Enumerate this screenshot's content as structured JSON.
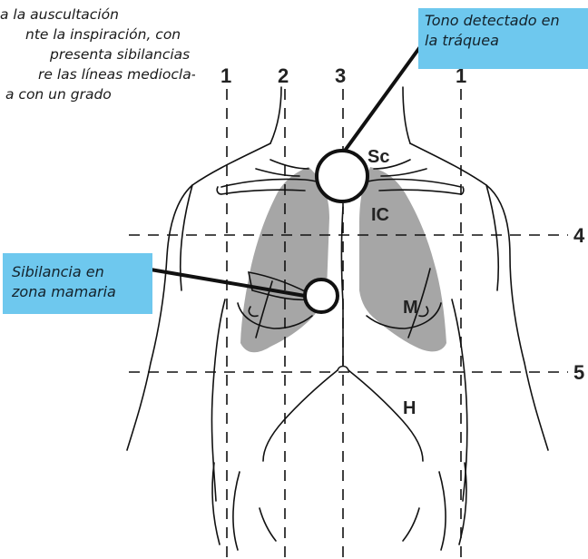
{
  "intro_text": [
    "a la auscultación",
    "nte la inspiración, con",
    "presenta sibilancias",
    "re las líneas mediocla-",
    "a con un grado"
  ],
  "callouts": {
    "trachea": [
      "Tono detectado en",
      "la tráquea"
    ],
    "wheeze": [
      "Sibilancia en",
      "zona mamaria"
    ]
  },
  "vertical_line_labels": [
    "1",
    "2",
    "3",
    "1"
  ],
  "horizontal_line_labels": [
    "4",
    "5"
  ],
  "region_labels": {
    "supraclavicular": "Sc",
    "infraclavicular": "IC",
    "mammary": "M",
    "hypochondrium": "H"
  },
  "colors": {
    "callout_fill": "#6ec8ee",
    "lung_fill": "#a6a6a6",
    "outline": "#111111"
  }
}
